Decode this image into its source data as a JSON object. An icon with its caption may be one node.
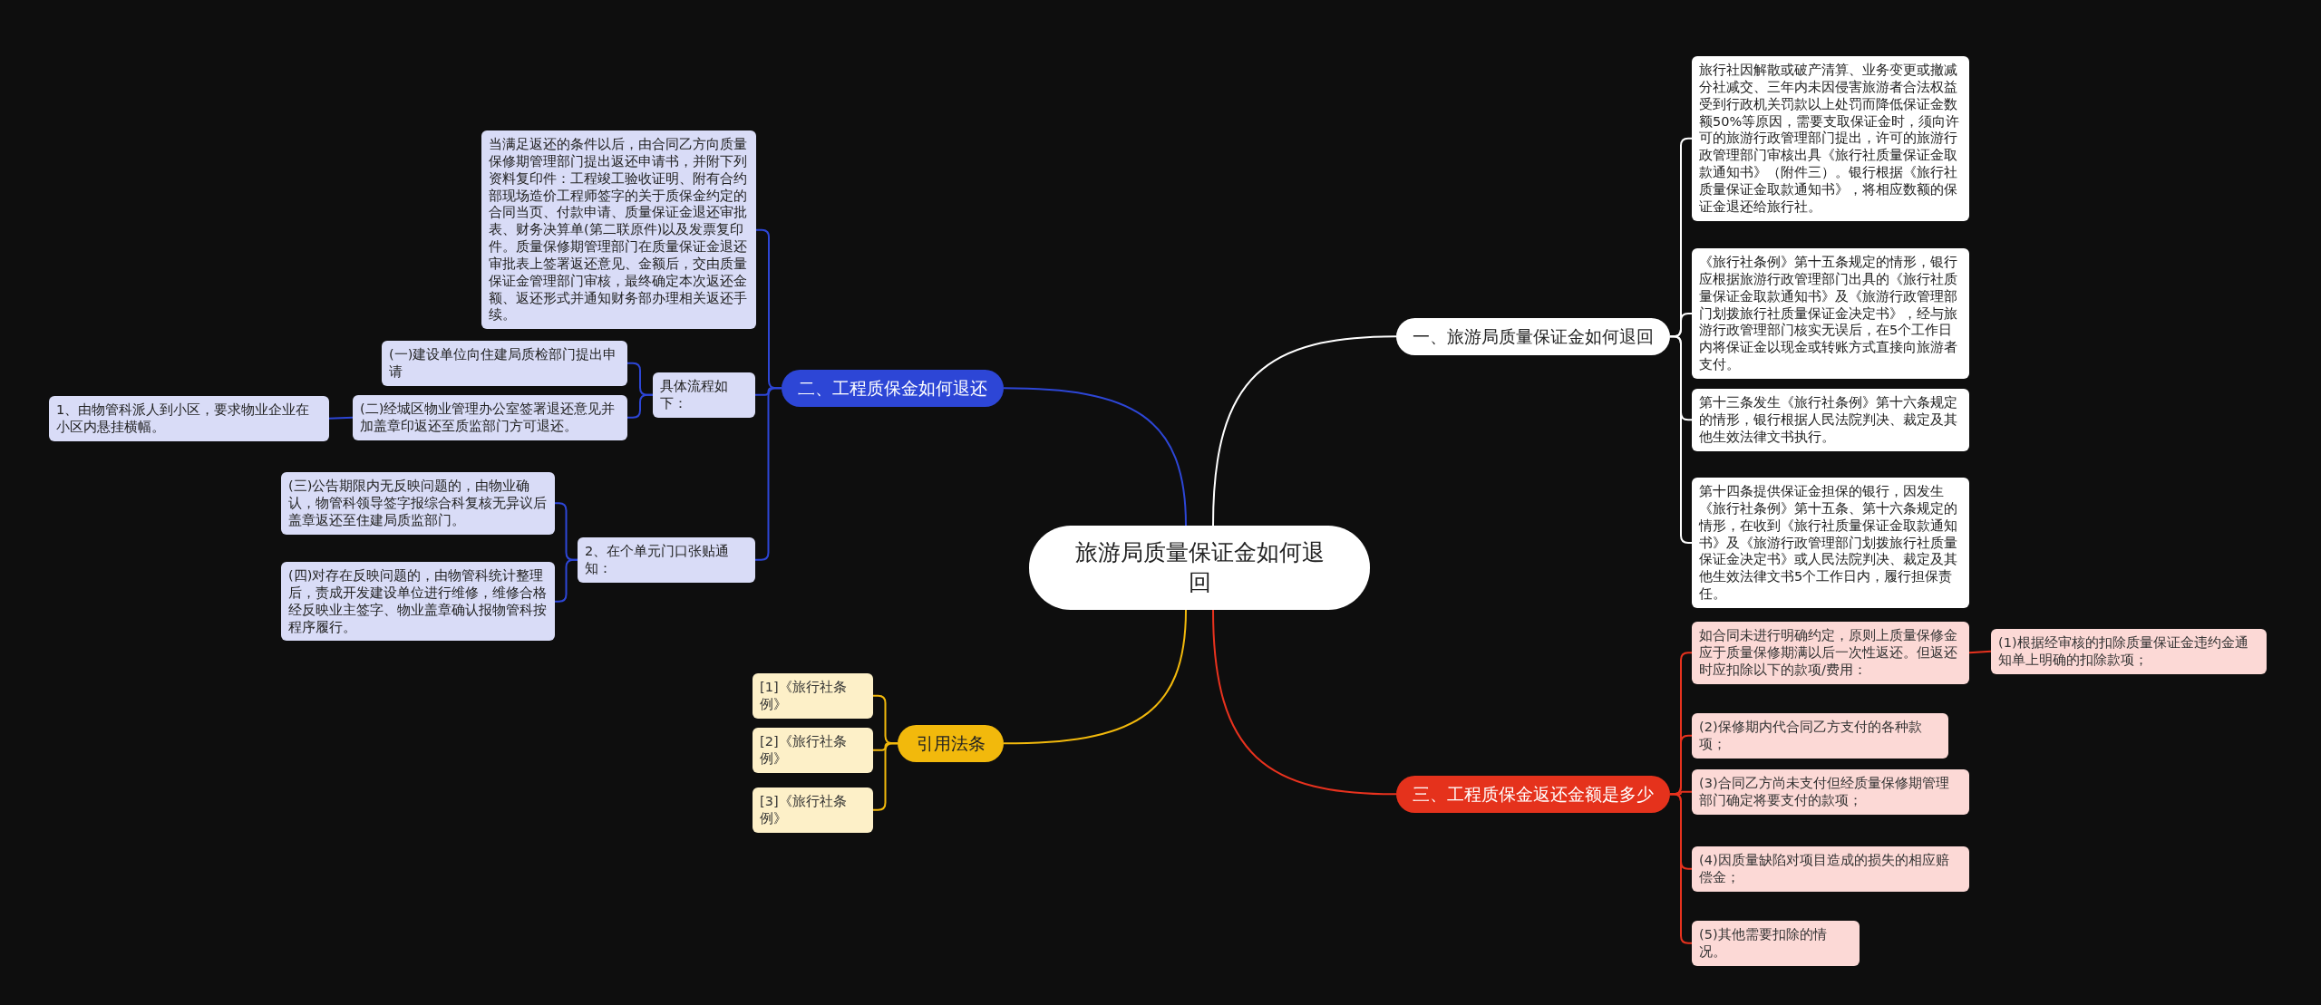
{
  "diagram": {
    "nodes": [
      {
        "text": [
          "旅游局质量保证金如何退回"
        ]
      },
      {
        "text": [
          "一、旅游局质量保证金如何退回"
        ]
      },
      {
        "text": [
          "旅行社因解散或破产清算、业务变更或撤减分社减交、三年内未因侵害旅游者合法权益受到行政机关罚款以上处罚而降低保证金数额50%等原因，需要支取保证金时，须向许可的旅游行政管理部门提出，许可的旅游行政管理部门审核出具《旅行社质量保证金取款通知书》（附件三）。银行根据《旅行社质量保证金取款通知书》，将相应数额的保证金退还给旅行社。"
        ]
      },
      {
        "text": [
          "《旅行社条例》第十五条规定的情形，银行应根据旅游行政管理部门出具的《旅行社质量保证金取款通知书》及《旅游行政管理部门划拨旅行社质量保证金决定书》，经与旅游行政管理部门核实无误后，在5个工作日内将保证金以现金或转账方式直接向旅游者支付。"
        ]
      },
      {
        "text": [
          "第十三条发生《旅行社条例》第十六条规定的情形，银行根据人民法院判决、裁定及其他生效法律文书执行。"
        ]
      },
      {
        "text": [
          "第十四条提供保证金担保的银行，因发生《旅行社条例》第十五条、第十六条规定的情形，在收到《旅行社质量保证金取款通知书》及《旅游行政管理部门划拨旅行社质量保证金决定书》或人民法院判决、裁定及其他生效法律文书5个工作日内，履行担保责任。"
        ]
      },
      {
        "text": [
          "二、工程质保金如何退还"
        ]
      },
      {
        "text": [
          "具体流程如下："
        ]
      },
      {
        "text": [
          "当满足返还的条件以后，由合同乙方向质量保修期管理部门提出返还申请书，并附下列资料复印件：工程竣工验收证明、附有合约部现场造价工程师签字的关于质保金约定的合同当页、付款申请、质量保证金退还审批表、财务决算单(第二联原件)以及发票复印件。质量保修期管理部门在质量保证金退还审批表上签署返还意见、金额后，交由质量保证金管理部门审核，最终确定本次返还金额、返还形式并通知财务部办理相关返还手续。"
        ]
      },
      {
        "text": [
          "(一)建设单位向住建局质检部门提出申请"
        ]
      },
      {
        "text": [
          "(二)经城区物业管理办公室签署退还意见并加盖章印返还至质监部门方可退还。"
        ]
      },
      {
        "text": [
          "1、由物管科派人到小区，要求物业企业在小区内悬挂横幅。"
        ]
      },
      {
        "text": [
          "2、在个单元门口张贴通知："
        ]
      },
      {
        "text": [
          "(三)公告期限内无反映问题的，由物业确认，物管科领导签字报综合科复核无异议后盖章返还至住建局质监部门。"
        ]
      },
      {
        "text": [
          "(四)对存在反映问题的，由物管科统计整理后，责成开发建设单位进行维修，维修合格经反映业主签字、物业盖章确认报物管科按程序履行。"
        ]
      },
      {
        "text": [
          "引用法条"
        ]
      },
      {
        "text": [
          "[1]《旅行社条例》"
        ]
      },
      {
        "text": [
          "[2]《旅行社条例》"
        ]
      },
      {
        "text": [
          "[3]《旅行社条例》"
        ]
      },
      {
        "text": [
          "三、工程质保金返还金额是多少"
        ]
      },
      {
        "text": [
          "如合同未进行明确约定，原则上质量保修金应于质量保修期满以后一次性返还。但返还时应扣除以下的款项/费用："
        ]
      },
      {
        "text": [
          "(1)根据经审核的扣除质量保证金违约金通知单上明确的扣除款项；"
        ]
      },
      {
        "text": [
          "(2)保修期内代合同乙方支付的各种款项；"
        ]
      },
      {
        "text": [
          "(3)合同乙方尚未支付但经质量保修期管理部门确定将要支付的款项；"
        ]
      },
      {
        "text": [
          "(4)因质量缺陷对项目造成的损失的相应赔偿金；"
        ]
      },
      {
        "text": [
          "(5)其他需要扣除的情况。"
        ]
      }
    ],
    "edges": [
      {
        "from": 0,
        "to": 1,
        "arrow": "none",
        "color": "#ffffff"
      },
      {
        "from": 1,
        "to": 2,
        "arrow": "none",
        "color": "#ffffff"
      },
      {
        "from": 1,
        "to": 3,
        "arrow": "none",
        "color": "#ffffff"
      },
      {
        "from": 1,
        "to": 4,
        "arrow": "none",
        "color": "#ffffff"
      },
      {
        "from": 1,
        "to": 5,
        "arrow": "none",
        "color": "#ffffff"
      },
      {
        "from": 0,
        "to": 6,
        "arrow": "none"
      },
      {
        "from": 6,
        "to": 8,
        "arrow": "none"
      },
      {
        "from": 6,
        "to": 7,
        "arrow": "none"
      },
      {
        "from": 7,
        "to": 9,
        "arrow": "none"
      },
      {
        "from": 7,
        "to": 10,
        "arrow": "none"
      },
      {
        "from": 10,
        "to": 11,
        "arrow": "none"
      },
      {
        "from": 6,
        "to": 12,
        "arrow": "none"
      },
      {
        "from": 12,
        "to": 13,
        "arrow": "none"
      },
      {
        "from": 12,
        "to": 14,
        "arrow": "none"
      },
      {
        "from": 0,
        "to": 15,
        "arrow": "none",
        "color": "#f2b90c"
      },
      {
        "from": 15,
        "to": 16,
        "arrow": "none",
        "color": "#f2b90c"
      },
      {
        "from": 15,
        "to": 17,
        "arrow": "none",
        "color": "#f2b90c"
      },
      {
        "from": 15,
        "to": 18,
        "arrow": "none",
        "color": "#f2b90c"
      },
      {
        "from": 0,
        "to": 19,
        "arrow": "none",
        "color": "#e8321e"
      },
      {
        "from": 19,
        "to": 20,
        "arrow": "none",
        "color": "#e8321e"
      },
      {
        "from": 20,
        "to": 21,
        "arrow": "none",
        "color": "#e8321e"
      },
      {
        "from": 19,
        "to": 22,
        "arrow": "none",
        "color": "#e8321e"
      },
      {
        "from": 19,
        "to": 23,
        "arrow": "none",
        "color": "#e8321e"
      },
      {
        "from": 19,
        "to": 24,
        "arrow": "none",
        "color": "#e8321e"
      },
      {
        "from": 19,
        "to": 25,
        "arrow": "none",
        "color": "#e8321e"
      }
    ]
  }
}
